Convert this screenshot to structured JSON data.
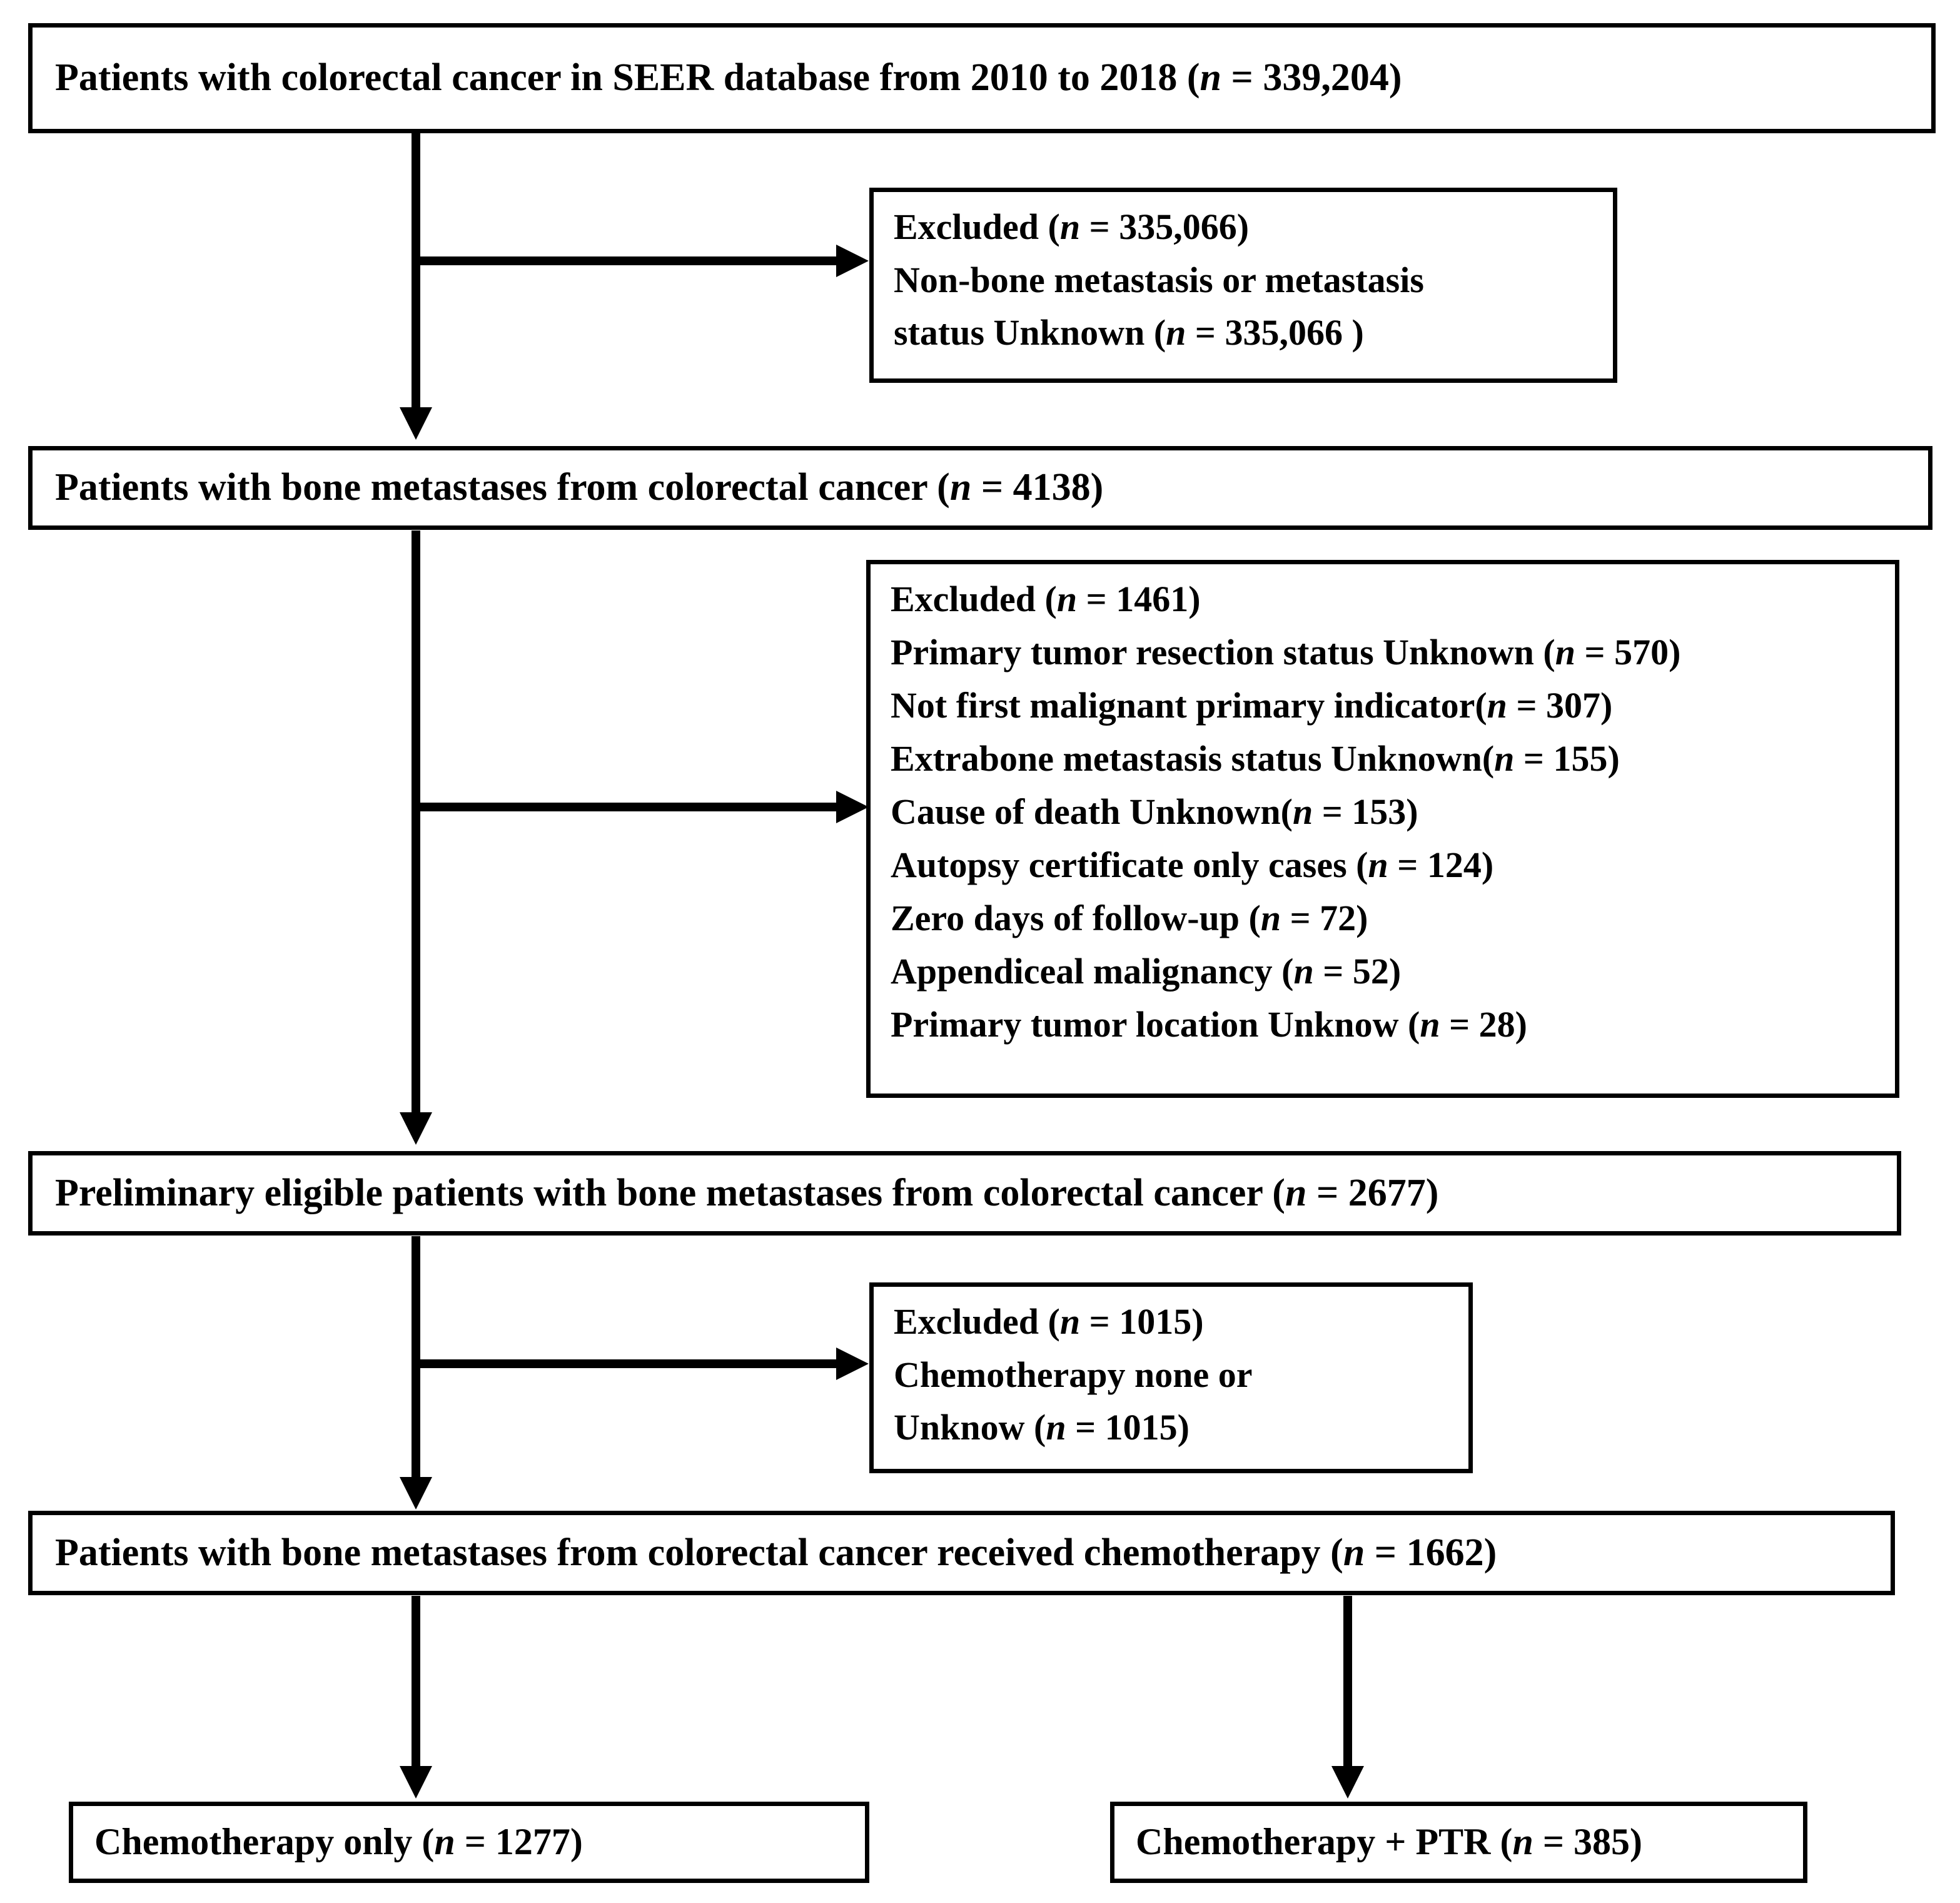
{
  "diagram": {
    "title": "Patient selection flow diagram (SEER colorectal cancer bone metastases)",
    "ink_color": "#000000",
    "background_color": "#ffffff",
    "stages": [
      {
        "id": "stage-1",
        "text": "Patients with colorectal cancer in SEER database from 2010 to 2018 (n = 339,204)",
        "n": 339204
      },
      {
        "id": "stage-2",
        "text": "Patients with bone metastases from colorectal cancer (n = 4138)",
        "n": 4138
      },
      {
        "id": "stage-3",
        "text": "Preliminary eligible patients with bone metastases from colorectal cancer (n = 2677)",
        "n": 2677
      },
      {
        "id": "stage-4",
        "text": "Patients with bone metastases from colorectal cancer received chemotherapy (n = 1662)",
        "n": 1662
      }
    ],
    "exclusions": [
      {
        "id": "exclusion-1",
        "total": 335066,
        "lines": [
          "Excluded (n = 335,066)",
          "Non-bone metastasis or metastasis",
          "status Unknown (n = 335,066 )"
        ]
      },
      {
        "id": "exclusion-2",
        "total": 1461,
        "lines": [
          "Excluded (n = 1461)",
          "Primary tumor resection status Unknown (n = 570)",
          "Not first malignant primary indicator(n = 307)",
          "Extrabone metastasis status Unknown(n = 155)",
          "Cause of death Unknown(n = 153)",
          "Autopsy certificate only cases (n = 124)",
          "Zero days of follow-up  (n = 72)",
          "Appendiceal malignancy (n = 52)",
          "Primary tumor location Unknow (n = 28)"
        ],
        "reason_counts": {
          "Primary tumor resection status Unknown": 570,
          "Not first malignant primary indicator": 307,
          "Extrabone metastasis status Unknown": 155,
          "Cause of death Unknown": 153,
          "Autopsy certificate only cases": 124,
          "Zero days of follow-up": 72,
          "Appendiceal malignancy": 52,
          "Primary tumor location Unknow": 28
        }
      },
      {
        "id": "exclusion-3",
        "total": 1015,
        "lines": [
          "Excluded (n = 1015)",
          "Chemotherapy none or",
          "Unknow (n = 1015)"
        ]
      }
    ],
    "terminals": [
      {
        "id": "terminal-left",
        "text": "Chemotherapy only (n = 1277)",
        "n": 1277
      },
      {
        "id": "terminal-right",
        "text": "Chemotherapy + PTR (n = 385)",
        "n": 385
      }
    ]
  }
}
